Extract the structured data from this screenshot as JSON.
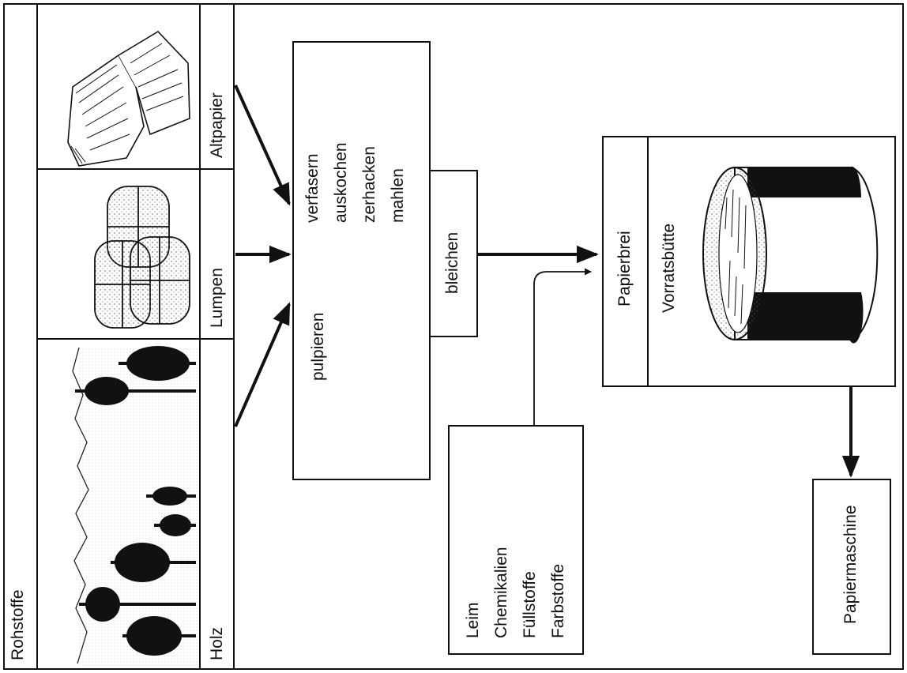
{
  "header": {
    "title": "Rohstoffe"
  },
  "raw_materials": [
    {
      "label": "Holz",
      "icon": "forest-illustration-icon"
    },
    {
      "label": "Lumpen",
      "icon": "rag-bales-illustration-icon"
    },
    {
      "label": "Altpapier",
      "icon": "waste-paper-stack-icon"
    }
  ],
  "process": {
    "steps": [
      "verfasern",
      "auskochen",
      "zerhacken",
      "mahlen"
    ],
    "pulp_label": "pulpieren",
    "bleach_label": "bleichen"
  },
  "additives": [
    "Leim",
    "Chemikalien",
    "Füllstoffe",
    "Farbstoffe"
  ],
  "storage": {
    "title": "Papierbrei",
    "subtitle": "Vorratsbütte",
    "icon": "storage-vat-icon"
  },
  "output": {
    "label": "Papiermaschine"
  }
}
